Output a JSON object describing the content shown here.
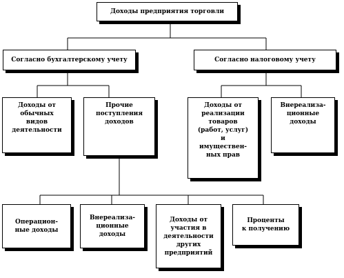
{
  "diagram": {
    "root": {
      "label": "Доходы предприятия торговли"
    },
    "accounting": {
      "label": "Согласно бухгалтерскому учету"
    },
    "tax": {
      "label": "Согласно налоговому учету"
    },
    "ordinary_income": {
      "label": "Доходы от\nобычных\nвидов\nдеятельности"
    },
    "other_income": {
      "label": "Прочие\nпоступления\nдоходов"
    },
    "sales_income": {
      "label": "Доходы от\nреализации\nтоваров\n(работ, услуг)\nи\nимуществен-\nных прав"
    },
    "tax_nonsale_income": {
      "label": "Внереализа-\nционные\nдоходы"
    },
    "operating_income": {
      "label": "Операцион-\nные доходы"
    },
    "nonsale_income": {
      "label": "Внереализа-\nционные\nдоходы"
    },
    "participation_income": {
      "label": "Доходы от\nучастия в\nдеятельности\nдругих\nпредприятий"
    },
    "interest": {
      "label": "Проценты\nк получению"
    }
  },
  "colors": {
    "line": "#000000",
    "box_fill": "#ffffff",
    "shadow": "#000000"
  }
}
